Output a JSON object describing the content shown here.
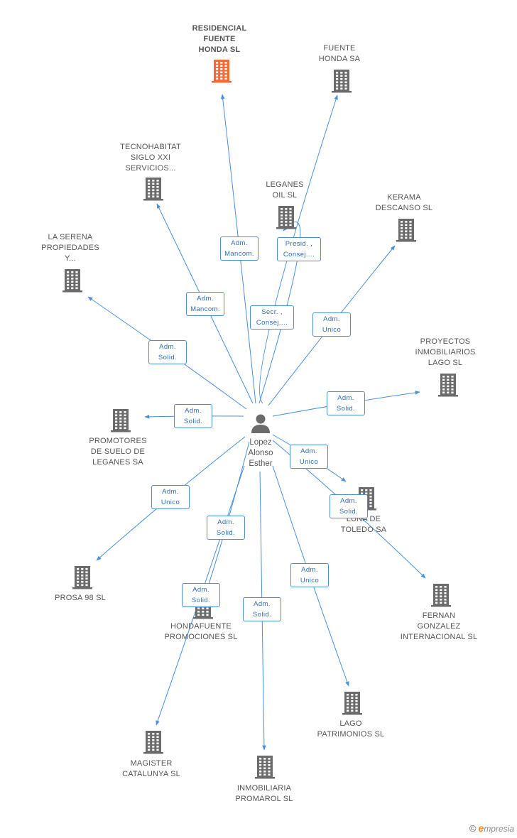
{
  "colors": {
    "edge": "#4a8fdc",
    "building": "#6b6b6b",
    "building_highlight": "#f26a35",
    "label": "#555555",
    "brand_accent": "#f08a24"
  },
  "center": {
    "name": "Lopez\nAlonso\nEsther",
    "icon": "person-icon"
  },
  "companies": [
    {
      "id": "residencial",
      "label": "RESIDENCIAL\nFUENTE\nHONDA SL",
      "highlight": true
    },
    {
      "id": "fuentehonda",
      "label": "FUENTE\nHONDA SA"
    },
    {
      "id": "tecnohabitat",
      "label": "TECNOHABITAT\nSIGLO XXI\nSERVICIOS..."
    },
    {
      "id": "leganesoil",
      "label": "LEGANES\nOIL SL"
    },
    {
      "id": "kerama",
      "label": "KERAMA\nDESCANSO SL"
    },
    {
      "id": "laserena",
      "label": "LA SERENA\nPROPIEDADES\nY..."
    },
    {
      "id": "proyectos",
      "label": "PROYECTOS\nINMOBILIARIOS\nLAGO SL"
    },
    {
      "id": "promotores",
      "label": "PROMOTORES\nDE SUELO DE\nLEGANES SA"
    },
    {
      "id": "lunatoledo",
      "label": "LUNA DE\nTOLEDO SA"
    },
    {
      "id": "prosa",
      "label": "PROSA 98 SL"
    },
    {
      "id": "fernan",
      "label": "FERNAN\nGONZALEZ\nINTERNACIONAL SL"
    },
    {
      "id": "hondafuente",
      "label": "HONDAFUENTE\nPROMOCIONES SL"
    },
    {
      "id": "lagopatrimonios",
      "label": "LAGO\nPATRIMONIOS SL"
    },
    {
      "id": "magister",
      "label": "MAGISTER\nCATALUNYA SL"
    },
    {
      "id": "promarol",
      "label": "INMOBILIARIA\nPROMAROL SL"
    }
  ],
  "relations": [
    {
      "target": "residencial",
      "role": "Adm.\nMancom."
    },
    {
      "target": "fuentehonda",
      "role": "Secr. ,\nConsej...."
    },
    {
      "target": "tecnohabitat",
      "role": "Adm.\nMancom."
    },
    {
      "target": "leganesoil",
      "role": "Presid. ,\nConsej...."
    },
    {
      "target": "kerama",
      "role": "Adm.\nUnico"
    },
    {
      "target": "laserena",
      "role": "Adm.\nSolid."
    },
    {
      "target": "proyectos",
      "role": "Adm.\nSolid."
    },
    {
      "target": "promotores",
      "role": "Adm.\nSolid."
    },
    {
      "target": "lunatoledo",
      "role": "Adm.\nUnico"
    },
    {
      "target": "prosa",
      "role": "Adm.\nUnico"
    },
    {
      "target": "fernan",
      "role": "Adm.\nSolid."
    },
    {
      "target": "hondafuente",
      "role": "Adm.\nSolid."
    },
    {
      "target": "lagopatrimonios",
      "role": "Adm.\nUnico"
    },
    {
      "target": "magister",
      "role": "Adm.\nSolid."
    },
    {
      "target": "promarol",
      "role": "Adm.\nSolid."
    }
  ],
  "brand": {
    "copyright": "©",
    "initial": "e",
    "rest": "mpresia"
  }
}
